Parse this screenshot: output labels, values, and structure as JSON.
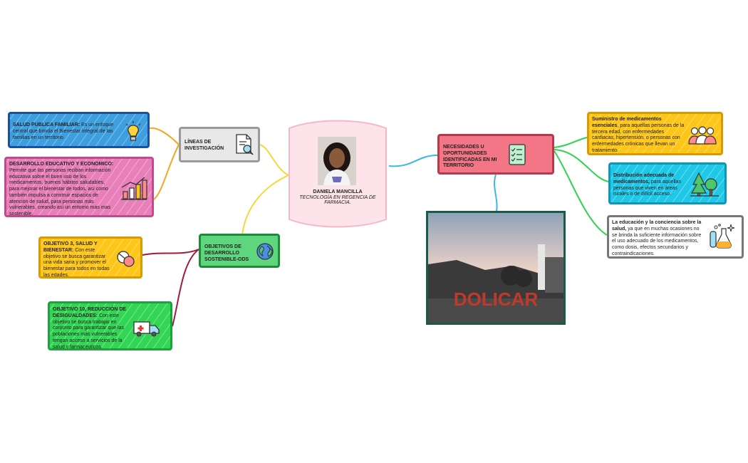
{
  "center": {
    "name": "DANIELA MANCILLA",
    "subtitle": "TECNOLOGÍA EN REGENCIA DE FARMACIA."
  },
  "branches": {
    "lineas": "LÍNEAS DE INVESTIGACIÓN",
    "objetivos": "OBJETIVOS DE DESARROLLO SOSTENIBLE-ODS",
    "necesidades": "NECESIDADES U OPORTUNIDADES IDENTIFICADAS EN MI TERRITORIO"
  },
  "leaves": {
    "salud_title": "SALUD PUBLICA FAMILIAR:",
    "salud_text": " Es un enfoque central que brinda el Bienestar integral de las familias en un territorio.",
    "desarrollo_title": "DESARROLLO EDUCATIVO Y ECONOMICO:",
    "desarrollo_text": " Permite que las personas reciban información educativa sobre el buen uso de los medicamentos, buenos hábitos saludables, para mejorar el bienestar de todos, así como también impulsa a construir espacios de atención de salud, para personas más vulnerables, creando así un entorno mas mas sostenible.",
    "obj3_title": "OBJETIVO 3, SALUD Y BIENESTAR:",
    "obj3_text": " Con este objetivo se busca garantizar una vida sana y promover el bienestar para todos en todas las edades,",
    "obj10_title": "OBJETIVO 10, REDUCCIÓN DE DESIGUALDADES:",
    "obj10_text": " Con este objetivo se busca trabajar en conjunto para garantizar que las poblaciones más vulnerables tengan acceso a servicios de la salud y farmacéuticos.",
    "suministro_title": "Suministro de medicamentos esenciales",
    "suministro_text": ", para aquellas personas de la tercera edad, con enfermedades cardiacas, hipertensión, o personas con enfermedades crónicas que llevan un tratamiento.",
    "distribucion_title": "Distribución adecuada de medicamentos,",
    "distribucion_text": " para aquellas personas que viven en áreas rurales o de difícil acceso.",
    "educacion_title": "La educación y la conciencia sobre la salud,",
    "educacion_text": " ya que en muchas ocasiones no se brinda la suficiente información sobre el uso adecuado de los medicamentos, como dosis, efectos secundarios y contraindicaciones."
  },
  "photo_sign": "DOLICAR",
  "colors": {
    "blue": "#2f9fe0",
    "pink": "#e87fb8",
    "yellow": "#ffc61a",
    "green": "#2ed24e",
    "cyan": "#20c8e8",
    "grey": "#e8e8e8",
    "red": "#f06a7a",
    "center": "#fde4ea"
  }
}
